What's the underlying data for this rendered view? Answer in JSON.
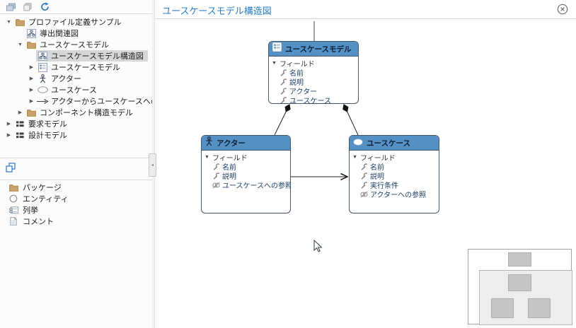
{
  "toolbar": {
    "icons": [
      {
        "name": "cascade-windows-icon"
      },
      {
        "name": "copy-icon"
      },
      {
        "name": "refresh-tree-icon"
      }
    ]
  },
  "tree": {
    "items": [
      {
        "label": "プロファイル定義サンプル",
        "icon": "folder",
        "expander": "▼",
        "indent": 0,
        "selected": false
      },
      {
        "label": "導出関連図",
        "icon": "diagram",
        "expander": "",
        "indent": 1,
        "selected": false
      },
      {
        "label": "ユースケースモデル",
        "icon": "folder",
        "expander": "▼",
        "indent": 1,
        "selected": false
      },
      {
        "label": "ユースケースモデル構造図",
        "icon": "diagram",
        "expander": "",
        "indent": 2,
        "selected": true
      },
      {
        "label": "ユースケースモデル",
        "icon": "model",
        "expander": "▶",
        "indent": 2,
        "selected": false
      },
      {
        "label": "アクター",
        "icon": "actor",
        "expander": "▶",
        "indent": 2,
        "selected": false
      },
      {
        "label": "ユースケース",
        "icon": "usecase",
        "expander": "▶",
        "indent": 2,
        "selected": false
      },
      {
        "label": "アクターからユースケースへの参照",
        "icon": "arrow",
        "expander": "▶",
        "indent": 2,
        "selected": false
      },
      {
        "label": "コンポーネント構造モデル",
        "icon": "folder",
        "expander": "▶",
        "indent": 1,
        "selected": false
      },
      {
        "label": "要求モデル",
        "icon": "model-grid",
        "expander": "▶",
        "indent": 0,
        "selected": false
      },
      {
        "label": "設計モデル",
        "icon": "model-grid",
        "expander": "▶",
        "indent": 0,
        "selected": false
      }
    ]
  },
  "palette": {
    "toolbar_icon": "cascade-layers-icon",
    "items": [
      {
        "label": "パッケージ",
        "icon": "folder"
      },
      {
        "label": "エンティティ",
        "icon": "entity-circle"
      },
      {
        "label": "列挙",
        "icon": "enum-table"
      },
      {
        "label": "コメント",
        "icon": "comment-note"
      }
    ]
  },
  "splitter": {
    "collapse_glyph": "◂"
  },
  "editor": {
    "title": "ユースケースモデル構造図",
    "close_icon": "circle-x-icon"
  },
  "diagram": {
    "nodes": [
      {
        "title": "ユースケースモデル",
        "icon": "model-icon",
        "group_expander": "▼",
        "group_label": "フィールド",
        "fields": [
          {
            "name": "名前",
            "icon": "wrench-icon"
          },
          {
            "name": "説明",
            "icon": "wrench-icon"
          },
          {
            "name": "アクター",
            "icon": "wrench-icon"
          },
          {
            "name": "ユースケース",
            "icon": "wrench-icon"
          }
        ]
      },
      {
        "title": "アクター",
        "icon": "actor-icon",
        "group_expander": "▼",
        "group_label": "フィールド",
        "fields": [
          {
            "name": "名前",
            "icon": "wrench-icon"
          },
          {
            "name": "説明",
            "icon": "wrench-icon"
          },
          {
            "name": "ユースケースへの参照",
            "icon": "reference-icon"
          }
        ]
      },
      {
        "title": "ユースケース",
        "icon": "usecase-icon",
        "group_expander": "▼",
        "group_label": "フィールド",
        "fields": [
          {
            "name": "名前",
            "icon": "wrench-icon"
          },
          {
            "name": "説明",
            "icon": "wrench-icon"
          },
          {
            "name": "実行条件",
            "icon": "wrench-icon"
          },
          {
            "name": "アクターへの参照",
            "icon": "reference-icon"
          }
        ]
      }
    ],
    "edges": [
      {
        "from": "ユースケースモデル",
        "to": "アクター",
        "type": "composition"
      },
      {
        "from": "ユースケースモデル",
        "to": "ユースケース",
        "type": "composition"
      },
      {
        "from": "アクター",
        "to": "ユースケース",
        "type": "reference-arrow"
      },
      {
        "from": "ユースケースモデル",
        "to": "off-screen-top",
        "type": "line"
      }
    ]
  },
  "colors": {
    "node_header": "#5590c5",
    "editor_title": "#2980c4",
    "selection_bg": "#d7d7d7",
    "accent_blue": "#2e75b6",
    "folder_tan": "#c9a26a"
  }
}
